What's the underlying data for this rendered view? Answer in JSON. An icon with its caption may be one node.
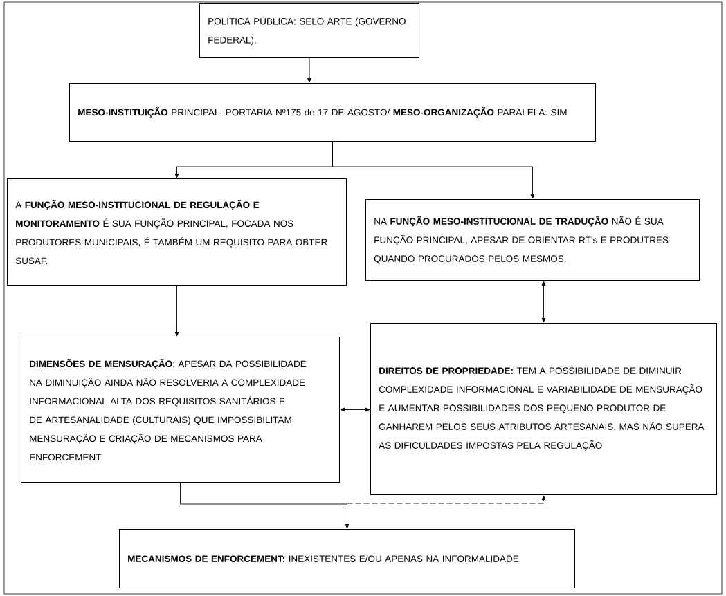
{
  "diagram": {
    "nodes": [
      {
        "text": [
          "POLÍTICA PÚBLICA: SELO ARTE (GOVERNO FEDERAL)."
        ]
      },
      {
        "text": [
          "**MESO-INSTITUIÇÃO** PRINCIPAL: PORTARIA Nº175 de 17 DE AGOSTO/ **MESO-ORGANIZAÇÃO** PARALELA: SIM"
        ]
      },
      {
        "text": [
          "A **FUNÇÃO MESO-INSTITUCIONAL DE REGULAÇÃO E MONITORAMENTO** É SUA FUNÇÃO PRINCIPAL, FOCADA NOS PRODUTORES MUNICIPAIS, É TAMBÉM UM REQUISITO PARA OBTER SUSAF."
        ]
      },
      {
        "text": [
          "NA **FUNÇÃO MESO-INSTITUCIONAL DE TRADUÇÃO** NÃO É SUA FUNÇÃO PRINCIPAL, APESAR DE ORIENTAR RT’s E PRODUTRES QUANDO PROCURADOS PELOS MESMOS."
        ]
      },
      {
        "text": [
          "**DIMENSÕES DE MENSURAÇÃO**: APESAR DA POSSIBILIDADE NA DIMINUIÇÃO AINDA NÃO RESOLVERIA A COMPLEXIDADE INFORMACIONAL ALTA DOS REQUISITOS SANITÁRIOS E DE ARTESANALIDADE (CULTURAIS) QUE IMPOSSIBILITAM MENSURAÇÃO E CRIAÇÃO DE MECANISMOS PARA ENFORCEMENT"
        ]
      },
      {
        "text": [
          "**DIREITOS DE PROPRIEDADE:** TEM A POSSIBILIDADE DE DIMINUIR COMPLEXIDADE INFORMACIONAL E VARIABILIDADE DE MENSURAÇÃO E AUMENTAR POSSIBILIDADES DOS PEQUENO PRODUTOR DE GANHAREM PELOS SEUS ATRIBUTOS ARTESANAIS, MAS NÃO SUPERA AS DIFICULDADES IMPOSTAS PELA REGULAÇÃO"
        ]
      },
      {
        "text": [
          "**MECANISMOS DE ENFORCEMENT:** INEXISTENTES E/OU APENAS NA INFORMALIDADE"
        ]
      }
    ],
    "edges": [
      {
        "from": 0,
        "to": 1,
        "arrow": "to"
      },
      {
        "from": 1,
        "to": 2,
        "arrow": "to"
      },
      {
        "from": 1,
        "to": 3,
        "arrow": "to"
      },
      {
        "from": 2,
        "to": 4,
        "arrow": "to"
      },
      {
        "from": 3,
        "to": 5,
        "arrow": "both"
      },
      {
        "from": 4,
        "to": 5,
        "arrow": "both"
      },
      {
        "from": 4,
        "to": 6,
        "arrow": "to"
      },
      {
        "from": 6,
        "to": 5,
        "arrow": "to",
        "style": "dashed"
      }
    ]
  }
}
